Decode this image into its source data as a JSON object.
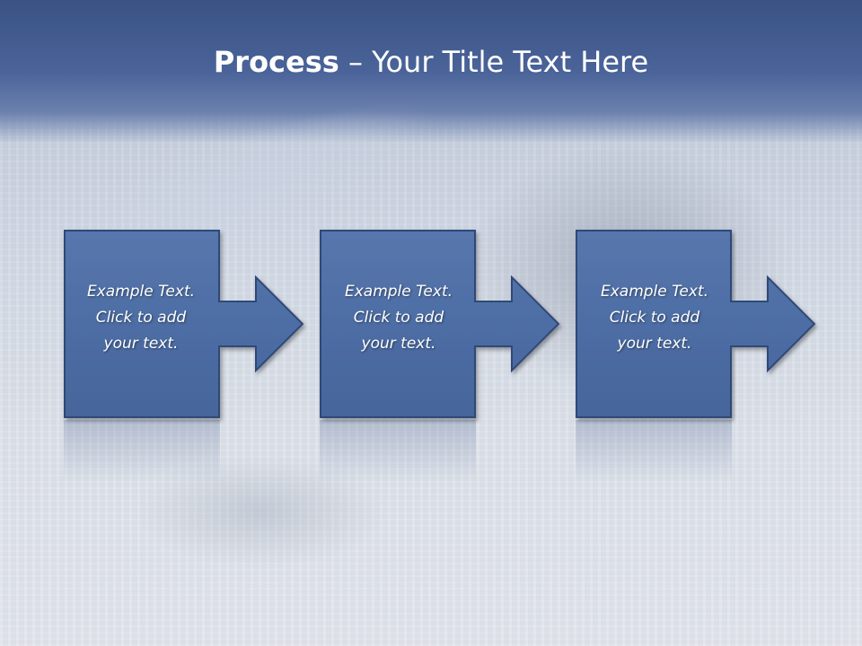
{
  "slide": {
    "title_bold": "Process",
    "title_rest": " – Your Title Text Here"
  },
  "steps": [
    {
      "line1": "Example Text.",
      "line2": "Click  to add",
      "line3": "your text."
    },
    {
      "line1": "Example Text.",
      "line2": "Click  to add",
      "line3": "your text."
    },
    {
      "line1": "Example Text.",
      "line2": "Click  to add",
      "line3": "your text."
    }
  ],
  "colors": {
    "header": "#3a5384",
    "shape_fill": "#4a69a0",
    "shape_stroke": "#2f4a78",
    "text": "#ffffff"
  }
}
